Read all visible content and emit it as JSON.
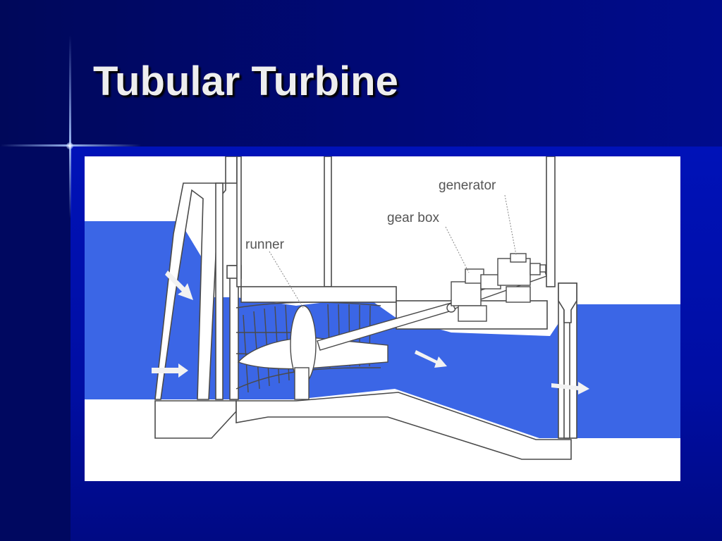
{
  "slide": {
    "title": "Tubular Turbine"
  },
  "diagram": {
    "labels": {
      "runner": "runner",
      "gearbox": "gear box",
      "generator": "generator"
    },
    "colors": {
      "water": "#3b66e6",
      "structure_stroke": "#4a4a4a",
      "structure_fill": "#ffffff",
      "arrow": "#f2f2f2",
      "label_text": "#555555"
    }
  }
}
